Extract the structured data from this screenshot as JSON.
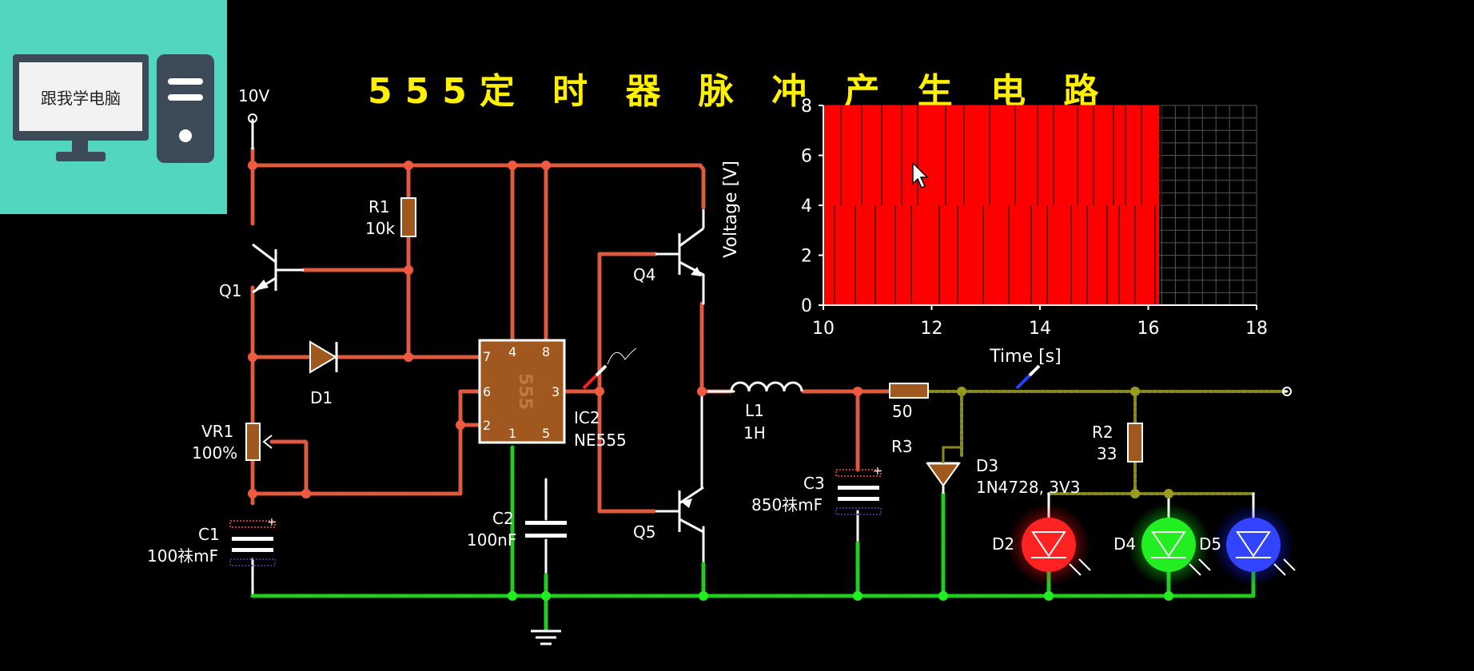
{
  "logo": {
    "screen_text": "跟我学电脑",
    "icon": "computer-monitor-and-tower-icon"
  },
  "title": "555定 时 器 脉 冲 产 生 电 路",
  "supply_label": "10V",
  "components": {
    "R1": {
      "name": "R1",
      "value": "10k"
    },
    "Q1": {
      "name": "Q1"
    },
    "D1": {
      "name": "D1"
    },
    "VR1": {
      "name": "VR1",
      "value": "100%"
    },
    "C1": {
      "name": "C1",
      "value": "100祙mF"
    },
    "IC2": {
      "name": "IC2",
      "value": "NE555",
      "chip_label": "555",
      "pins": [
        "7",
        "4",
        "8",
        "6",
        "3",
        "2",
        "1",
        "5"
      ]
    },
    "C2": {
      "name": "C2",
      "value": "100nF"
    },
    "Q4": {
      "name": "Q4"
    },
    "Q5": {
      "name": "Q5"
    },
    "L1": {
      "name": "L1",
      "value": "1H"
    },
    "C3": {
      "name": "C3",
      "value": "850祙mF"
    },
    "R3": {
      "name": "R3",
      "value": "50"
    },
    "D3": {
      "name": "D3",
      "value": "1N4728, 3V3"
    },
    "R2": {
      "name": "R2",
      "value": "33"
    },
    "D2": {
      "name": "D2",
      "color": "#ff2222"
    },
    "D4": {
      "name": "D4",
      "color": "#22ee22"
    },
    "D5": {
      "name": "D5",
      "color": "#3344ff"
    }
  },
  "colors": {
    "high_wire": "#e05a40",
    "mid_wire": "#8a8a1e",
    "ground_wire": "#22cc22",
    "component": "#a0581e",
    "plot_fill": "#ff0000",
    "title": "#ffef00"
  },
  "chart_data": {
    "type": "area",
    "title": "",
    "xlabel": "Time [s]",
    "ylabel": "Voltage [V]",
    "xlim": [
      10,
      18
    ],
    "ylim": [
      0,
      8
    ],
    "xticks": [
      "10",
      "12",
      "14",
      "16",
      "18"
    ],
    "yticks": [
      "0",
      "2",
      "4",
      "6",
      "8"
    ],
    "grid": true,
    "series": [
      {
        "x": [
          10.0,
          16.2
        ],
        "y_low": [
          0,
          0
        ],
        "y_high": [
          8,
          8
        ]
      }
    ],
    "notes_visible": "pulse train oscillating 0–8 V, dense red fill until ~16.2 s"
  }
}
